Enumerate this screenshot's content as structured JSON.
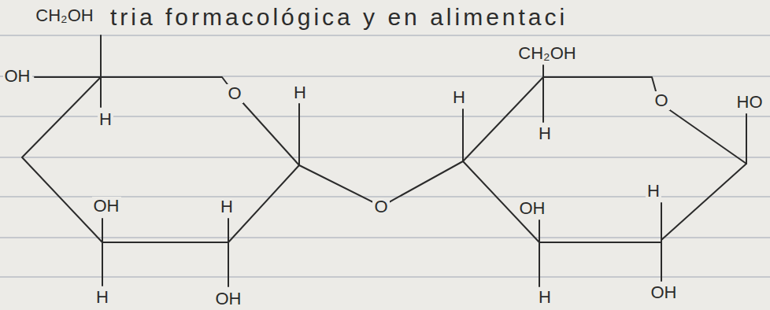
{
  "diagram": {
    "labels": [
      "CH₂OH",
      "tria formacológica y en alimentaci",
      "OH",
      "H",
      "O",
      "H",
      "H",
      "CH₂OH",
      "H",
      "O",
      "HO",
      "OH",
      "H",
      "O",
      "OH",
      "H",
      "H",
      "OH",
      "H",
      "OH"
    ]
  }
}
